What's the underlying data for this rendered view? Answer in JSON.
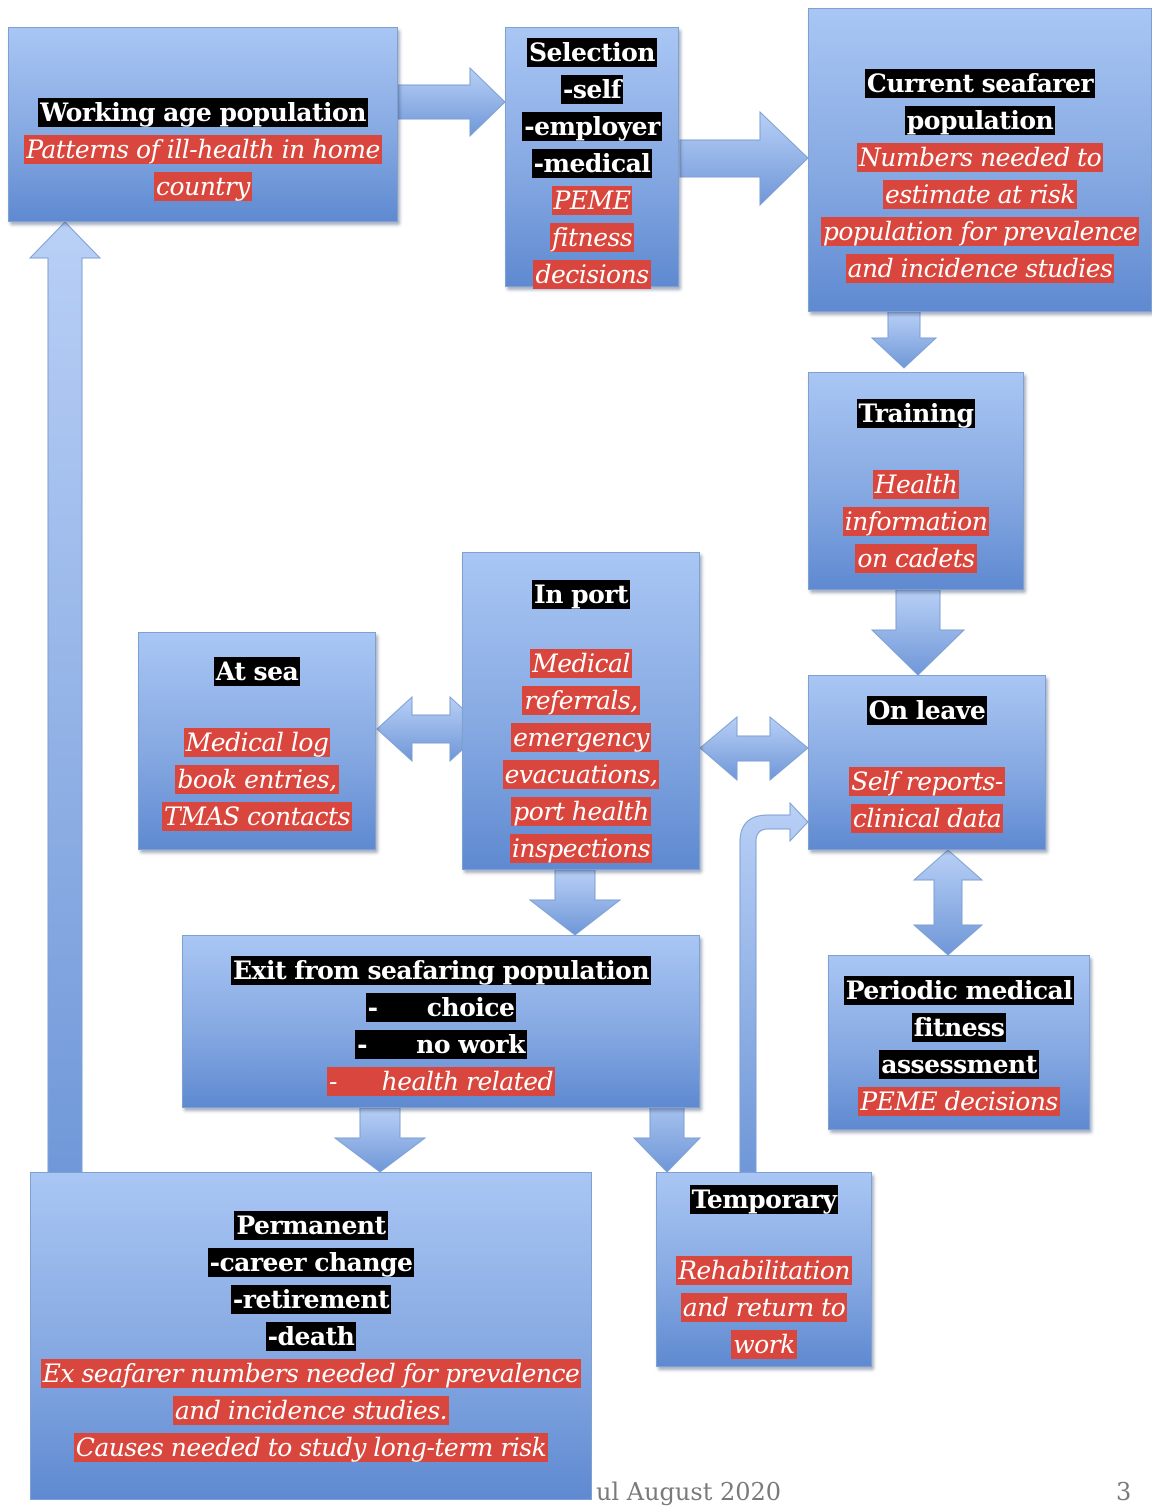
{
  "boxes": {
    "working_age": {
      "title": "Working age population",
      "notes": [
        "Patterns of ill-health in home",
        "country"
      ]
    },
    "selection": {
      "title": "Selection",
      "items": [
        "-self",
        "-employer",
        "-medical"
      ],
      "notes": [
        "PEME",
        "fitness",
        "decisions"
      ]
    },
    "current": {
      "title": [
        "Current seafarer",
        "population"
      ],
      "notes": [
        "Numbers needed to",
        "estimate at risk",
        "population for prevalence",
        "and incidence studies"
      ]
    },
    "training": {
      "title": "Training",
      "notes": [
        "Health",
        "information",
        "on cadets"
      ]
    },
    "in_port": {
      "title": "In port",
      "notes": [
        "Medical",
        "referrals,",
        "emergency",
        "evacuations,",
        "port health",
        "inspections"
      ]
    },
    "at_sea": {
      "title": "At sea",
      "notes": [
        "Medical log",
        "book entries,",
        "TMAS contacts"
      ]
    },
    "on_leave": {
      "title": "On leave",
      "notes": [
        "Self reports-",
        "clinical data"
      ]
    },
    "periodic": {
      "title": [
        "Periodic medical",
        "fitness",
        "assessment"
      ],
      "notes": [
        "PEME decisions"
      ]
    },
    "exit": {
      "title": "Exit from seafaring population",
      "items": [
        "-      choice",
        "-      no work"
      ],
      "notes": [
        "-      health related"
      ]
    },
    "permanent": {
      "title": "Permanent",
      "items": [
        "-career change",
        "-retirement",
        "-death"
      ],
      "notes": [
        "Ex seafarer numbers needed for prevalence",
        "and incidence studies.",
        "Causes needed to study long-term risk"
      ]
    },
    "temporary": {
      "title": "Temporary",
      "notes": [
        "Rehabilitation",
        "and return to",
        "work"
      ]
    }
  },
  "footer": {
    "left": "ul August 2020",
    "right": "3"
  },
  "colors": {
    "box_top": "#a9c6f4",
    "box_bottom": "#5f8ad1",
    "arrow": "#8fb0e6",
    "title_bg": "#000000",
    "note_bg": "#d9463d"
  }
}
